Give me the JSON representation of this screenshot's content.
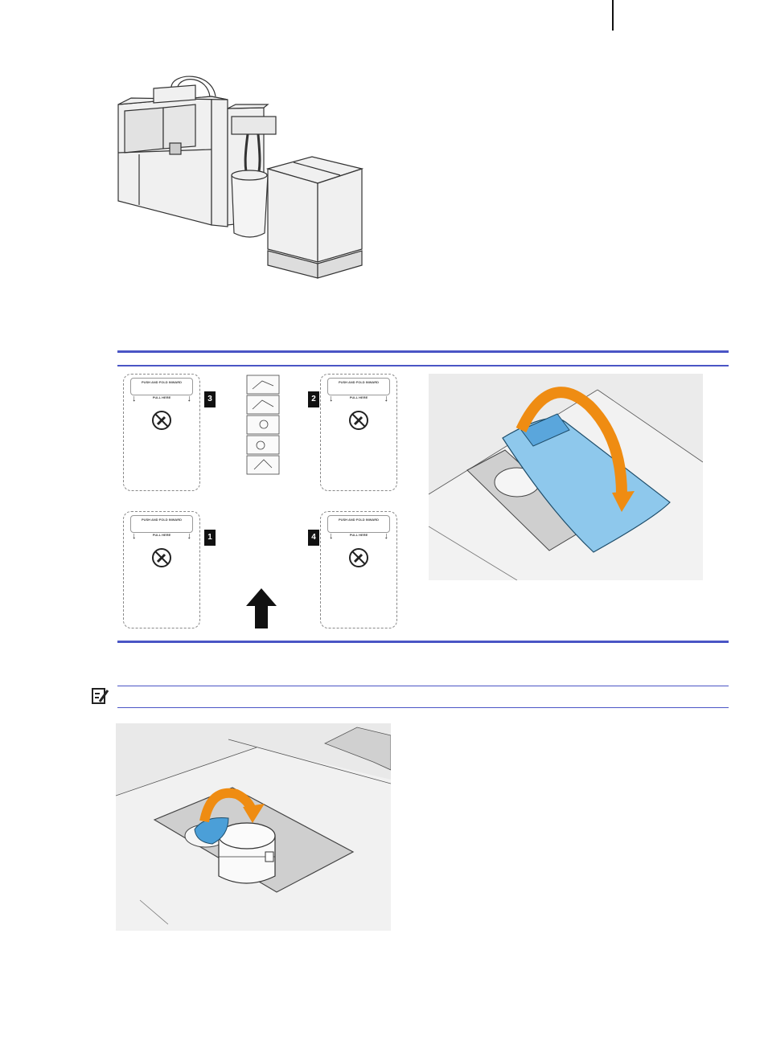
{
  "labels": {
    "tab_text": "PUSH AND FOLD INWARD",
    "pull_text": "PULL HERE",
    "cards": [
      {
        "number": "3"
      },
      {
        "number": "2"
      },
      {
        "number": "1"
      },
      {
        "number": "4"
      }
    ]
  },
  "icons": {
    "note": "note-icon",
    "up_arrow": "up-arrow-icon",
    "no_tool": "no-tool-icon"
  },
  "colors": {
    "rule_blue": "#4a55c5",
    "bag_blue": "#8ec8ec",
    "arrow_orange": "#ef8c12"
  }
}
